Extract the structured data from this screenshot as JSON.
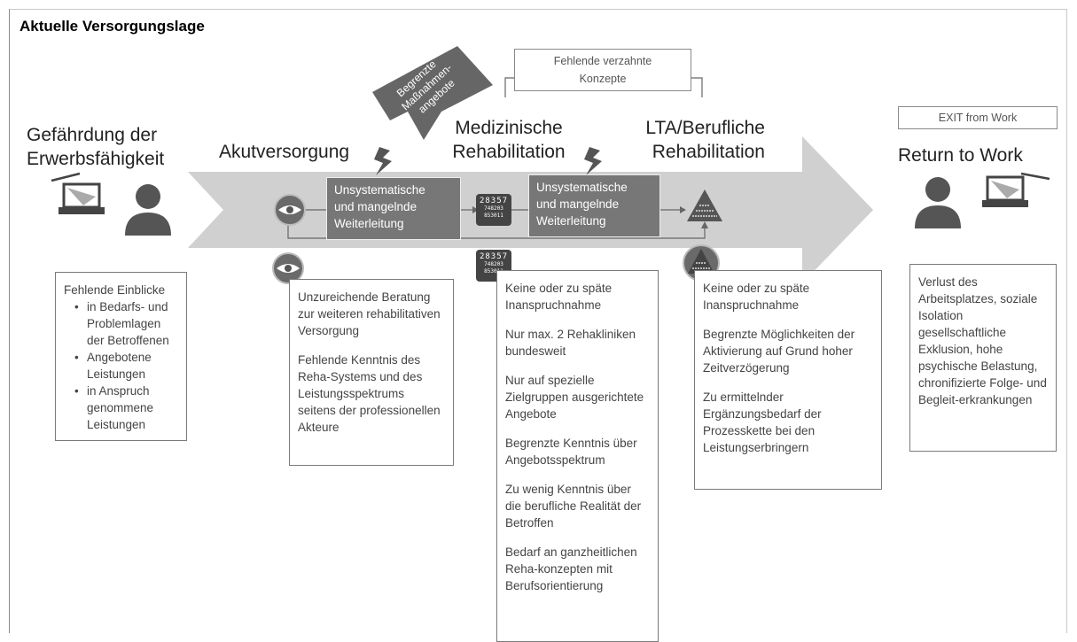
{
  "title": "Aktuelle Versorgungslage",
  "colors": {
    "arrow": "#d0d0d0",
    "dark_box": "#777777",
    "tag": "#666666"
  },
  "phases": {
    "left": [
      "Gefährdung der",
      "Erwerbsfähigkeit"
    ],
    "akut": "Akutversorgung",
    "medizin": [
      "Medizinische",
      "Rehabilitation"
    ],
    "lta": [
      "LTA/Berufliche",
      "Rehabilitation"
    ],
    "return": "Return to Work"
  },
  "exit_label": "EXIT from Work",
  "concept_box": [
    "Fehlende verzahnte",
    "Konzepte"
  ],
  "tag": [
    "Begrenzte",
    "Maßnahmen-",
    "angebote"
  ],
  "dark_boxes": [
    [
      "Unsystematische",
      "und mangelnde",
      "Weiterleitung"
    ],
    [
      "Unsystematische",
      "und mangelnde",
      "Weiterleitung"
    ]
  ],
  "numpad": {
    "big": "28357",
    "sm1": "748203",
    "sm2": "853011"
  },
  "box_left": {
    "head": "Fehlende Einblicke",
    "items": [
      "in Bedarfs- und Problemlagen der Betroffenen",
      "Angebotene Leistungen",
      "in Anspruch genommene Leistungen"
    ]
  },
  "box_akut": [
    "Unzureichende Beratung zur weiteren rehabilitativen Versorgung",
    "Fehlende Kenntnis des Reha-Systems und des Leistungsspektrums seitens der professionellen Akteure"
  ],
  "box_medizin": [
    "Keine oder zu späte Inanspruchnahme",
    "Nur max. 2 Rehakliniken bundesweit",
    "Nur auf spezielle Zielgruppen ausgerichtete Angebote",
    "Begrenzte Kenntnis über Angebotsspektrum",
    "Zu wenig Kenntnis über die berufliche Realität der Betroffen",
    "Bedarf an ganzheitlichen Reha-konzepten mit Berufsorientierung"
  ],
  "box_lta": [
    "Keine oder zu späte Inanspruchnahme",
    "Begrenzte Möglichkeiten der Aktivierung auf Grund hoher Zeitverzögerung",
    "Zu ermittelnder Ergänzungsbedarf der Prozesskette bei den Leistungserbringern"
  ],
  "box_right": "Verlust des Arbeitsplatzes, soziale Isolation gesellschaftliche Exklusion, hohe psychische Belastung, chronifizierte Folge- und Begleit-erkrankungen",
  "icons": [
    "laptop-icon",
    "person-icon",
    "eye-icon",
    "lightning-icon",
    "numpad-icon",
    "pyramid-icon"
  ]
}
